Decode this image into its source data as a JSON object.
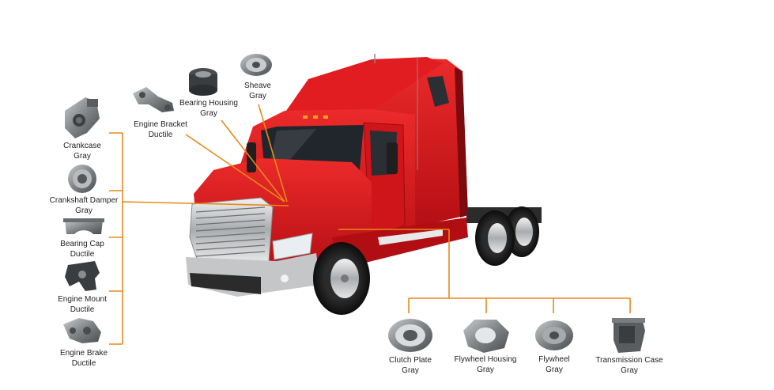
{
  "colors": {
    "truck_body": "#d8121a",
    "truck_dark": "#9d0b10",
    "connector": "#e8891c",
    "part_metal": "#8a8d90"
  },
  "parts": {
    "crankcase": {
      "name": "Crankcase",
      "material": "Gray",
      "icon": "crankcase-icon"
    },
    "crankshaft_damper": {
      "name": "Crankshaft Damper",
      "material": "Gray",
      "icon": "crankshaft-damper-icon"
    },
    "bearing_cap": {
      "name": "Bearing Cap",
      "material": "Ductile",
      "icon": "bearing-cap-icon"
    },
    "engine_mount": {
      "name": "Engine Mount",
      "material": "Ductile",
      "icon": "engine-mount-icon"
    },
    "engine_brake": {
      "name": "Engine Brake",
      "material": "Ductile",
      "icon": "engine-brake-icon"
    },
    "engine_bracket": {
      "name": "Engine Bracket",
      "material": "Ductile",
      "icon": "engine-bracket-icon"
    },
    "bearing_housing": {
      "name": "Bearing Housing",
      "material": "Gray",
      "icon": "bearing-housing-icon"
    },
    "sheave": {
      "name": "Sheave",
      "material": "Gray",
      "icon": "sheave-icon"
    },
    "clutch_plate": {
      "name": "Clutch Plate",
      "material": "Gray",
      "icon": "clutch-plate-icon"
    },
    "flywheel_housing": {
      "name": "Flywheel Housing",
      "material": "Gray",
      "icon": "flywheel-housing-icon"
    },
    "flywheel": {
      "name": "Flywheel",
      "material": "Gray",
      "icon": "flywheel-icon"
    },
    "transmission_case": {
      "name": "Transmission Case",
      "material": "Gray",
      "icon": "transmission-case-icon"
    }
  }
}
